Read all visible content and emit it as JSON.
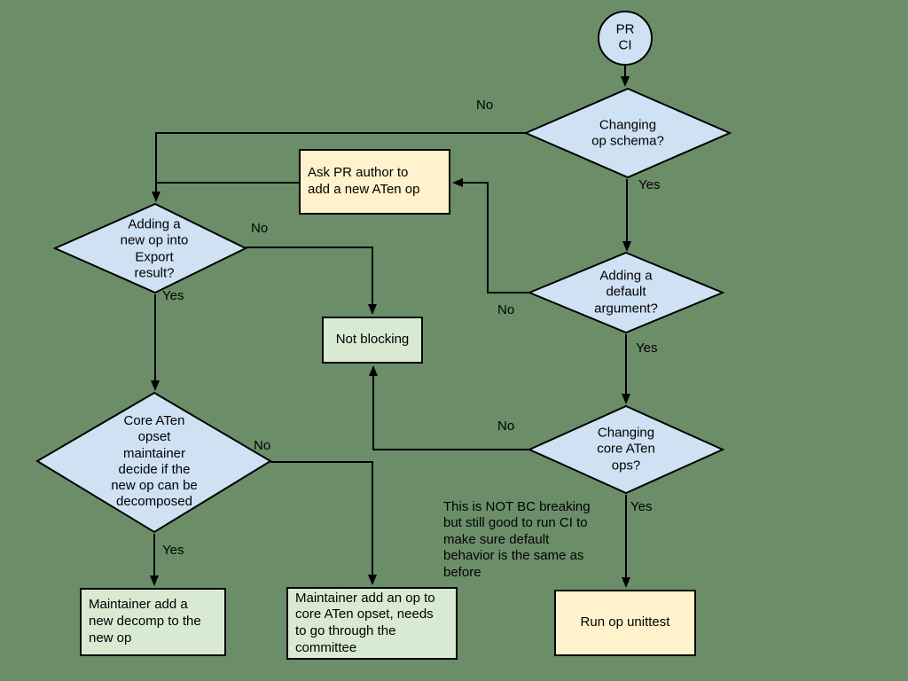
{
  "diagram": {
    "start": {
      "label": "PR\nCI"
    },
    "decisions": {
      "schema": "Changing\nop schema?",
      "default_arg": "Adding a\ndefault\nargument?",
      "core_ops": "Changing\ncore ATen\nops?",
      "export": "Adding a\nnew op into\nExport\nresult?",
      "maintainer": "Core ATen\nopset\nmaintainer\ndecide if the\nnew op can be\ndecomposed"
    },
    "boxes": {
      "ask_pr": "Ask PR author to\nadd a new ATen op",
      "not_blocking": "Not blocking",
      "decomp": "Maintainer add a\nnew decomp to the\nnew op",
      "add_op": "Maintainer add an op to\ncore ATen opset, needs\nto go through the\ncommittee",
      "unittest": "Run op unittest"
    },
    "labels": {
      "schema_no": "No",
      "schema_yes": "Yes",
      "default_no": "No",
      "default_yes": "Yes",
      "core_no": "No",
      "core_yes": "Yes",
      "export_no": "No",
      "export_yes": "Yes",
      "maintainer_no": "No",
      "maintainer_yes": "Yes"
    },
    "annotation": "This is NOT BC breaking\nbut still good to run CI to\nmake sure default\nbehavior is the same as\nbefore",
    "colors": {
      "background": "#6b8e69",
      "decision_fill": "#cfe2f3",
      "action_fill": "#fff2cc",
      "result_fill": "#d9ead3",
      "stroke": "#000000",
      "text": "#000000"
    }
  }
}
